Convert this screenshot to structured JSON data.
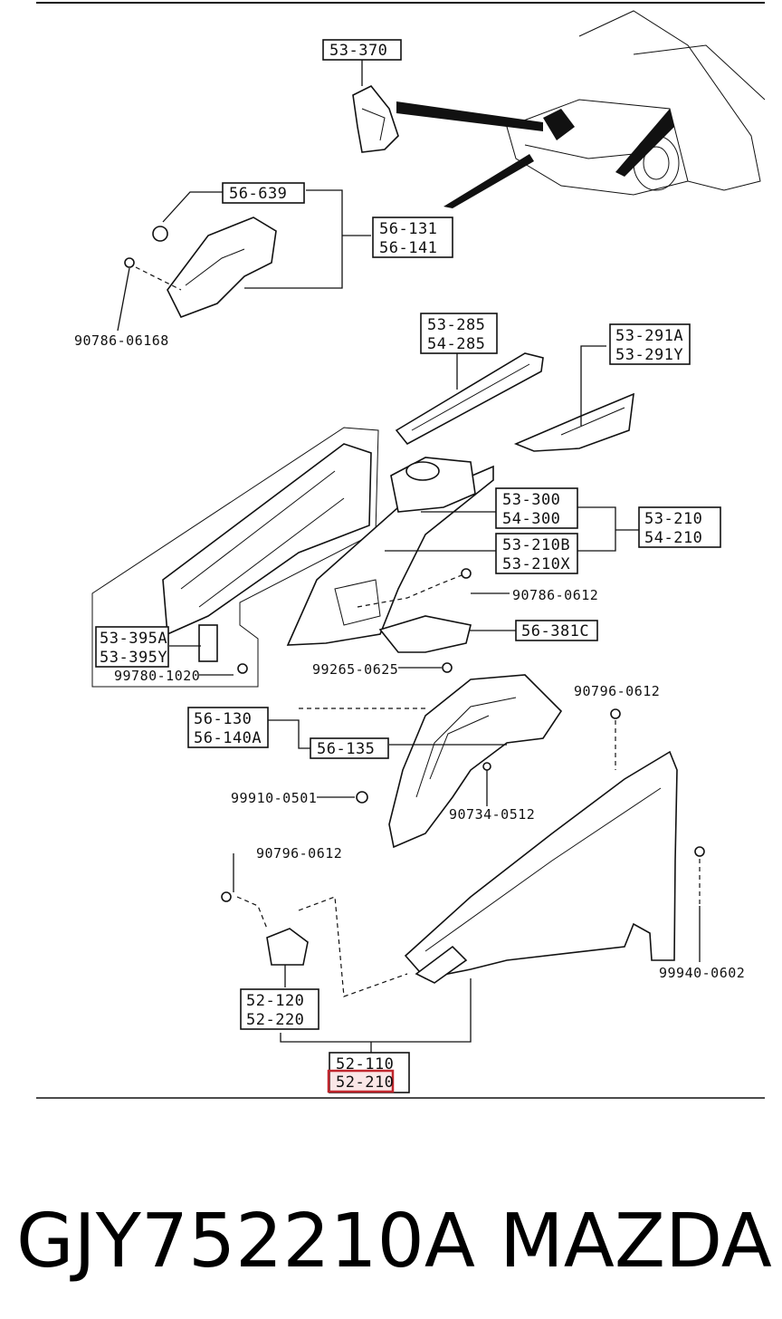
{
  "diagram": {
    "callouts": {
      "c1": [
        "53-370"
      ],
      "c2": [
        "56-639"
      ],
      "c3": [
        "56-131",
        "56-141"
      ],
      "c4": [
        "53-285",
        "54-285"
      ],
      "c5": [
        "53-291A",
        "53-291Y"
      ],
      "c6": [
        "53-300",
        "54-300"
      ],
      "c7": [
        "53-210B",
        "53-210X"
      ],
      "c8": [
        "53-210",
        "54-210"
      ],
      "c9": [
        "56-381C"
      ],
      "c10": [
        "53-395A",
        "53-395Y"
      ],
      "c11": [
        "56-130",
        "56-140A"
      ],
      "c12": [
        "56-135"
      ],
      "c13": [
        "52-120",
        "52-220"
      ],
      "c14": [
        "52-110",
        "52-210"
      ]
    },
    "fasteners": {
      "f1": "90786-06168",
      "f2": "90786-0612",
      "f3": "99780-1020",
      "f4": "99265-0625",
      "f5": "90796-0612",
      "f6": "99910-0501",
      "f7": "90734-0512",
      "f8": "90796-0612",
      "f9": "99940-0602"
    },
    "highlighted_part": "52-210",
    "highlight_color": "#c0262d"
  },
  "caption": {
    "part_number": "GJY752210A",
    "brand": "MAZDA"
  }
}
